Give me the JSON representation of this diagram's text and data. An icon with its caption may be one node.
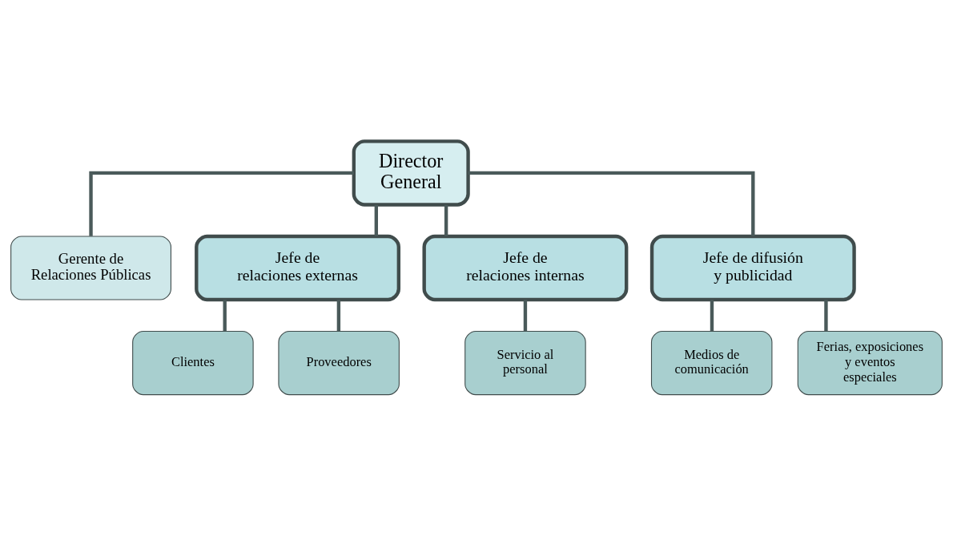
{
  "diagram": {
    "nodes": [
      {
        "text": [
          "Director General"
        ]
      },
      {
        "text": [
          "Gerente de Relaciones Públicas"
        ]
      },
      {
        "text": [
          "Jefe de relaciones externas"
        ]
      },
      {
        "text": [
          "Jefe de relaciones internas"
        ]
      },
      {
        "text": [
          "Jefe de difusión y publicidad"
        ]
      },
      {
        "text": [
          "Clientes"
        ]
      },
      {
        "text": [
          "Proveedores"
        ]
      },
      {
        "text": [
          "Servicio al personal"
        ]
      },
      {
        "text": [
          "Medios de comunicación"
        ]
      },
      {
        "text": [
          "Ferias, exposiciones y eventos especiales"
        ]
      }
    ],
    "edges": [
      {
        "from": 0,
        "to": 1,
        "arrow": "none"
      },
      {
        "from": 0,
        "to": 2,
        "arrow": "none"
      },
      {
        "from": 0,
        "to": 3,
        "arrow": "none"
      },
      {
        "from": 0,
        "to": 4,
        "arrow": "none"
      },
      {
        "from": 2,
        "to": 5,
        "arrow": "none"
      },
      {
        "from": 2,
        "to": 6,
        "arrow": "none"
      },
      {
        "from": 3,
        "to": 7,
        "arrow": "none"
      },
      {
        "from": 4,
        "to": 8,
        "arrow": "none"
      },
      {
        "from": 4,
        "to": 9,
        "arrow": "none"
      }
    ]
  }
}
